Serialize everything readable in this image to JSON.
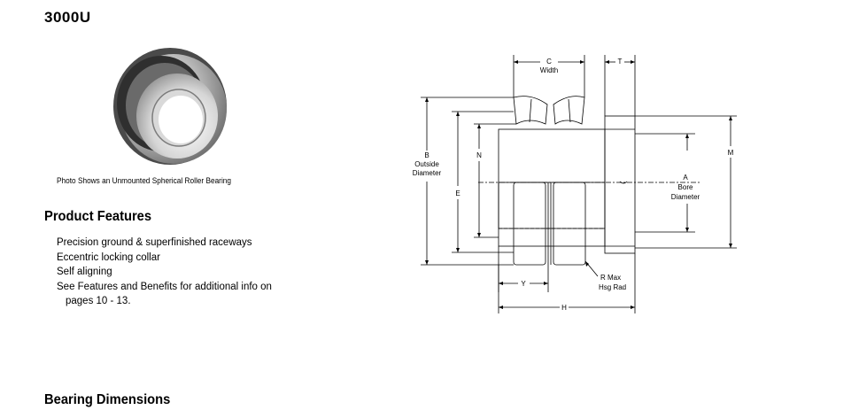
{
  "product": {
    "model": "3000U",
    "photo_caption": "Photo Shows an Unmounted Spherical Roller Bearing"
  },
  "features": {
    "heading": "Product Features",
    "items": [
      "Precision ground & superfinished raceways",
      "Eccentric locking collar",
      "Self aligning",
      "See Features and Benefits for additional info on"
    ],
    "continuation": "pages 10 - 13."
  },
  "dimensions": {
    "heading": "Bearing Dimensions"
  },
  "diagram": {
    "labels": {
      "c": "C",
      "width": "Width",
      "t": "T",
      "b": "B",
      "outside": "Outside",
      "diameter": "Diameter",
      "n": "N",
      "e": "E",
      "a": "A",
      "bore": "Bore",
      "bore_diameter": "Diameter",
      "m": "M",
      "y": "Y",
      "r_max": "R Max",
      "hsg_rad": "Hsg Rad",
      "h": "H"
    }
  },
  "colors": {
    "text": "#000000",
    "background": "#ffffff",
    "line": "#000000"
  }
}
